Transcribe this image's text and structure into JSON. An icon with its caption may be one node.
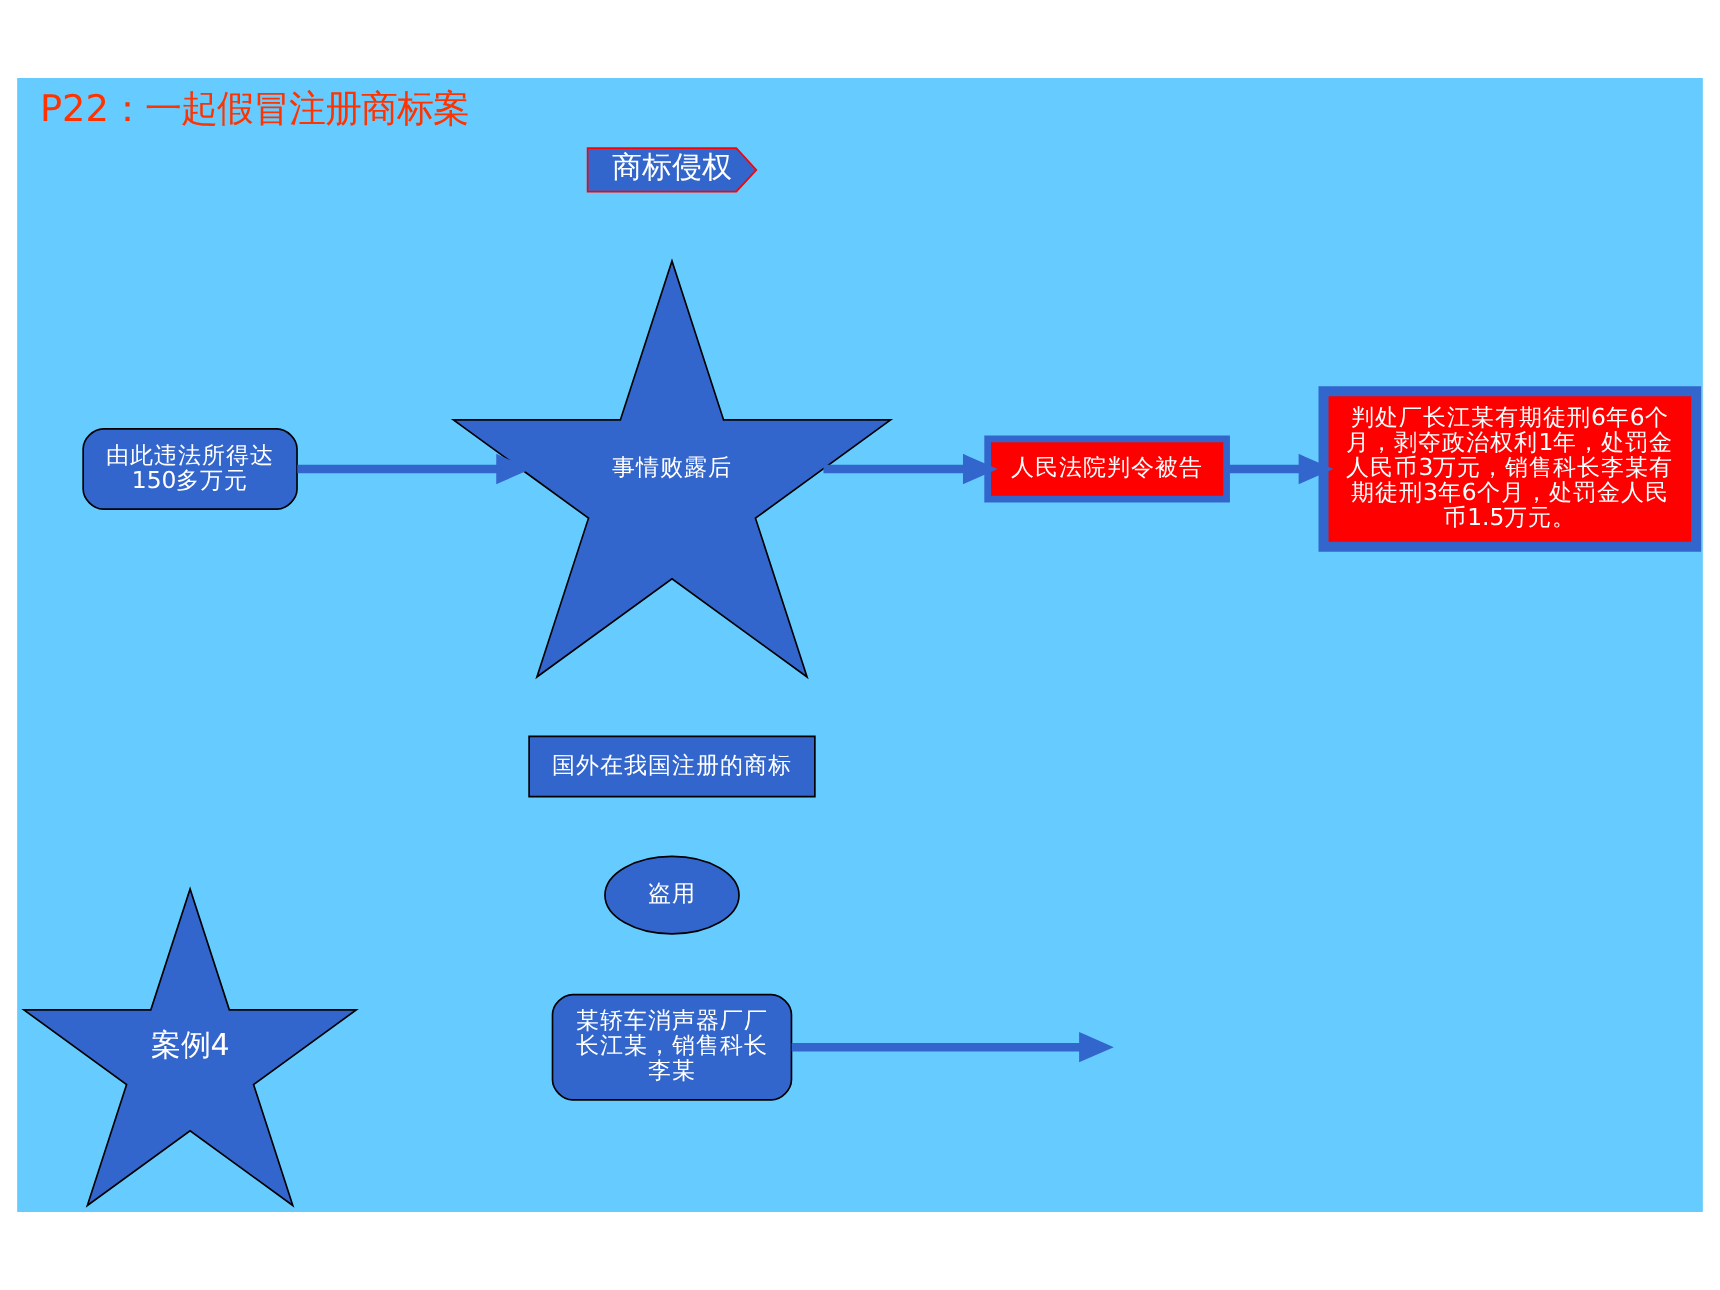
{
  "diagram": {
    "title": "P22：一起假冒注册商标案",
    "nodes": [
      {
        "text": [
          "案例4"
        ]
      },
      {
        "text": [
          "某轿车消声器厂厂长江某，销售科长李某"
        ]
      },
      {
        "text": [
          "国外在我国注册的商标"
        ]
      },
      {
        "text": [
          "盗用"
        ]
      },
      {
        "text": [
          "由此违法所得达150多万元"
        ]
      },
      {
        "text": [
          "商标侵权"
        ]
      },
      {
        "text": [
          "事情败露后"
        ]
      },
      {
        "text": [
          "人民法院判令被告"
        ]
      },
      {
        "text": [
          "判处厂长江某有期徒刑6年6个月，剥夺政治权利1年，处罚金人民币3万元，销售科长李某有期徒刑3年6个月，处罚金人民币1.5万元。"
        ]
      }
    ],
    "edges": [
      {
        "from": 1,
        "to": null,
        "arrow": "to"
      },
      {
        "from": 4,
        "to": 6,
        "arrow": "to"
      },
      {
        "from": 6,
        "to": 7,
        "arrow": "to"
      },
      {
        "from": 7,
        "to": 8,
        "arrow": "to"
      }
    ]
  }
}
